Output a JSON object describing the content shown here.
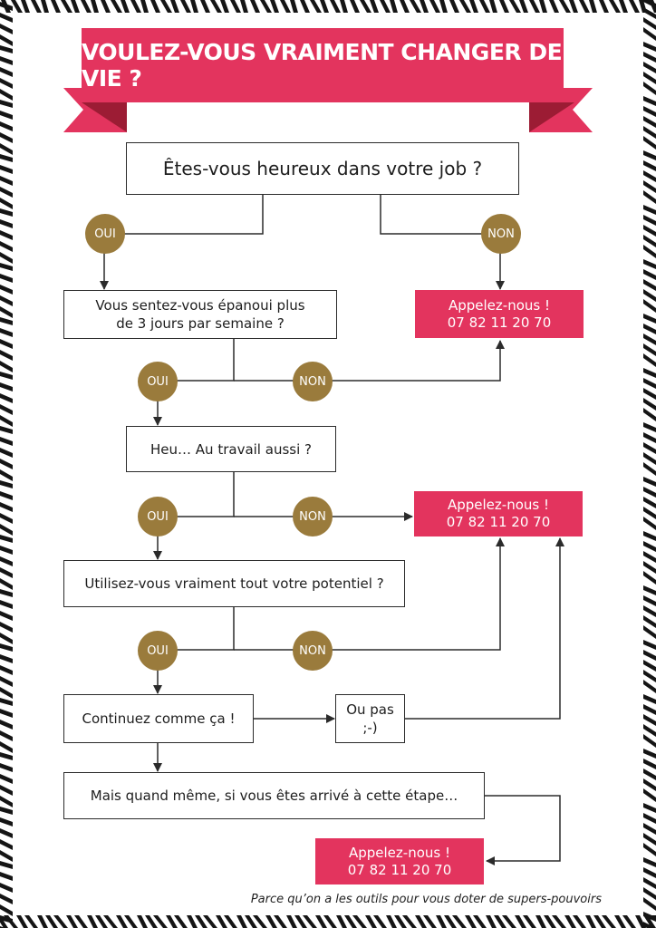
{
  "banner": {
    "title": "VOULEZ-VOUS VRAIMENT CHANGER DE VIE ?"
  },
  "colors": {
    "accent": "#e3345e",
    "accent_dark": "#b8203f",
    "badge": "#9a7b3c",
    "line": "#2b2b2b"
  },
  "questions": {
    "q1": "Êtes-vous heureux dans votre job ?",
    "q2": "Vous sentez-vous épanoui plus de 3 jours par semaine ?",
    "q3": "Heu… Au travail aussi ?",
    "q4": "Utilisez-vous vraiment tout votre potentiel ?",
    "q5": "Continuez comme ça !",
    "q6": "Ou pas ;-)",
    "q7": "Mais quand même, si vous êtes arrivé à cette étape…"
  },
  "call": {
    "line1": "Appelez-nous !",
    "line2": "07 82 11 20 70"
  },
  "badges": {
    "yes": "OUI",
    "no": "NON"
  },
  "footer": "Parce qu’on a les outils pour vous doter de supers-pouvoirs"
}
